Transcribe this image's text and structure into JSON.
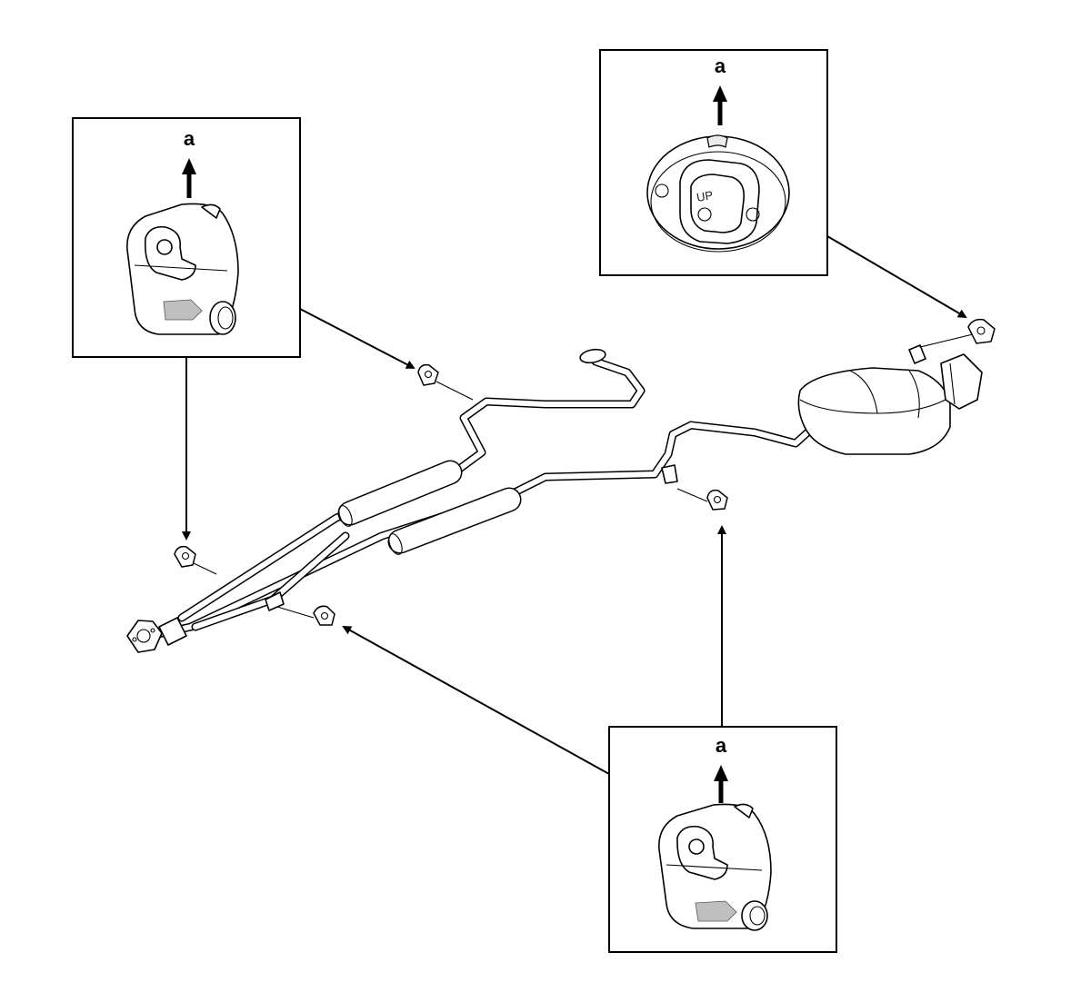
{
  "callouts": [
    {
      "id": "top-left",
      "label": "a"
    },
    {
      "id": "top-right",
      "label": "a",
      "marking": "UP"
    },
    {
      "id": "bottom-right",
      "label": "a"
    }
  ]
}
